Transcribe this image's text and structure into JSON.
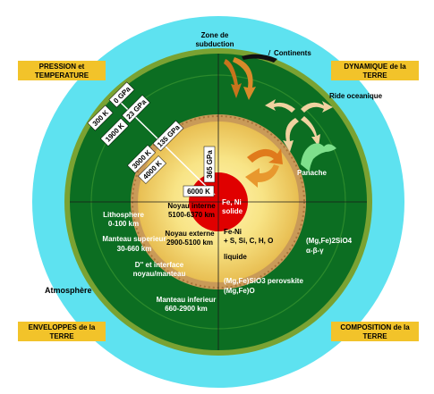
{
  "corners": {
    "top_left": [
      "PRESSION et",
      "TEMPERATURE"
    ],
    "top_right": [
      "DYNAMIQUE de la",
      "TERRE"
    ],
    "bottom_left": [
      "ENVELOPPES de la",
      "TERRE"
    ],
    "bottom_right": [
      "COMPOSITION de la",
      "TERRE"
    ]
  },
  "top_labels": {
    "zone_subduction": [
      "Zone de",
      "subduction"
    ],
    "continents": "Continents",
    "ride": "Ride oceanique",
    "panache": "Panache",
    "atmosphere": "Atmosphère"
  },
  "pt_tags": {
    "t1": "300 K",
    "p1": "0 GPa",
    "t2": "1900 K",
    "p2": "23 GPa",
    "p3": "135 GPa",
    "t3": "3000 K",
    "t4": "4000 K",
    "p4": "365 GPa",
    "t5": "6000 K"
  },
  "envelopes": {
    "lithosphere": [
      "Lithosphere",
      "0-100 km"
    ],
    "manteau_sup": [
      "Manteau superieur",
      "30-660 km"
    ],
    "interface": [
      "D'' et interface",
      "noyau/manteau"
    ],
    "manteau_inf": [
      "Manteau inferieur",
      "660-2900 km"
    ],
    "noyau_ext": [
      "Noyau externe",
      "2900-5100 km"
    ],
    "noyau_int": [
      "Noyau interne",
      "5100-6370 km"
    ]
  },
  "composition": {
    "fe_ni_solide": [
      "Fe, Ni",
      "solide"
    ],
    "fe_ni_liquide": [
      "Fe-Ni",
      "+ S, Si, C, H, O",
      "liquide"
    ],
    "olivine": [
      "(Mg,Fe)2SiO4",
      "α-β-γ"
    ],
    "perovskite": [
      "(Mg,Fe)SiO3 perovskite",
      "(Mg,Fe)O"
    ]
  },
  "colors": {
    "atmosphere": "#5ee2f0",
    "crust": "#6e9a2a",
    "mantle": "#0a6e20",
    "cmb": "#c99a58",
    "outer_core": "#f6dc70",
    "inner_core": "#e00000",
    "corner_box": "#f2c32a",
    "arrow_orange": "#e07a1c"
  }
}
